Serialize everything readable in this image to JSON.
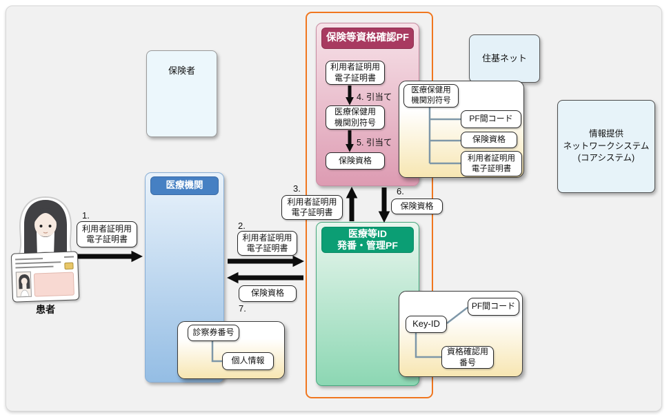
{
  "colors": {
    "frame_orange": "#f0761e",
    "pink_header": "#a83a60",
    "green_header": "#0b9e74",
    "blue_header": "#4680c3",
    "callout_yellow": "#f7e6b2",
    "lightblue_box": "#e4f1f8"
  },
  "patient": {
    "label": "患者"
  },
  "boxes": {
    "hokensha": {
      "label": "保険者"
    },
    "iryokikan": {
      "label": "医療機関"
    },
    "jukinet": {
      "label": "住基ネット"
    },
    "core": {
      "label": "情報提供\nネットワークシステム\n(コアシステム)"
    },
    "pinkpf": {
      "title": "保険等資格確認PF",
      "cert": "利用者証明用\n電子証明書",
      "step4": "4. 引当て",
      "kikan": "医療保健用\n機関別符号",
      "step5": "5. 引当て",
      "shikaku": "保険資格"
    },
    "greenpf": {
      "title": "医療等ID\n発番・管理PF"
    }
  },
  "flows": {
    "f1": {
      "num": "1.",
      "label": "利用者証明用\n電子証明書"
    },
    "f2": {
      "num": "2.",
      "label": "利用者証明用\n電子証明書"
    },
    "f3": {
      "num": "3.",
      "label": "利用者証明用\n電子証明書"
    },
    "f6": {
      "num": "6.",
      "label": "保険資格"
    },
    "f7": {
      "num": "7.",
      "label": "保険資格"
    }
  },
  "callouts": {
    "top_right": {
      "root": "医療保健用\n機関別符号",
      "children": [
        "PF間コード",
        "保険資格",
        "利用者証明用\n電子証明書"
      ]
    },
    "bottom_left": {
      "root": "診察券番号",
      "child": "個人情報"
    },
    "bottom_right": {
      "key": "Key-ID",
      "pf": "PF間コード",
      "bango": "資格確認用\n番号"
    }
  }
}
